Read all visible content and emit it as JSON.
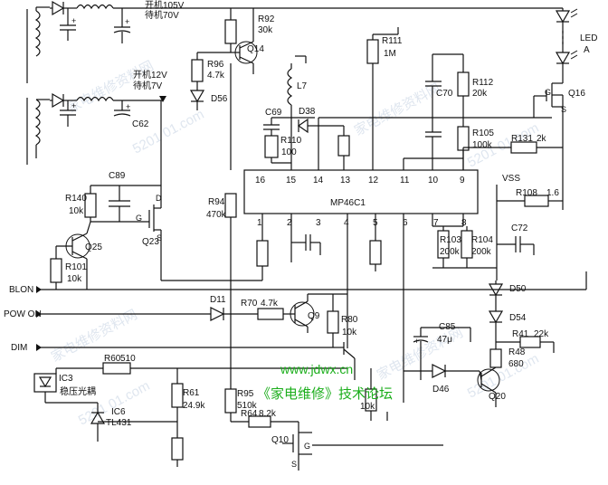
{
  "labels": {
    "supply_on_105": "开机105V",
    "supply_standby_70": "待机70V",
    "supply_on_12": "开机12V",
    "supply_standby_7": "待机7V",
    "r92": "R92",
    "r92_val": "30k",
    "q14": "Q14",
    "r96": "R96",
    "r96_val": "4.7k",
    "d56": "D56",
    "r111": "R111",
    "r111_val": "1M",
    "l7": "L7",
    "c69": "C69",
    "d38": "D38",
    "r110": "R110",
    "r110_val": "100",
    "c70": "C70",
    "r112": "R112",
    "r112_val": "20k",
    "led": "LED",
    "led_a": "A",
    "q16": "Q16",
    "q16_g": "G",
    "q16_s": "S",
    "r105": "R105",
    "r105_val": "100k",
    "r131": "R131",
    "r131_val": "2k",
    "vss": "VSS",
    "r108": "R108",
    "r108_val": "1.6",
    "c72": "C72",
    "c62": "C62",
    "c89": "C89",
    "r140": "R140",
    "r140_val": "10k",
    "q23": "Q23",
    "q23_d": "D",
    "q23_g": "G",
    "q23_s": "S",
    "q25": "Q25",
    "r101": "R101",
    "r101_val": "10k",
    "r94": "R94",
    "r94_val": "470k",
    "ic": "MP46C1",
    "pins_top": [
      "16",
      "15",
      "14",
      "13",
      "12",
      "11",
      "10",
      "9"
    ],
    "pins_bottom": [
      "1",
      "2",
      "3",
      "4",
      "5",
      "6",
      "7",
      "8"
    ],
    "r103": "R103",
    "r103_val": "200k",
    "r104": "R104",
    "r104_val": "200k",
    "d50": "D50",
    "d54": "D54",
    "blon": "BLON",
    "pow_on": "POW ON",
    "dim": "DIM",
    "d11": "D11",
    "r70": "R70",
    "r70_val": "4.7k",
    "q9": "Q9",
    "r80": "R80",
    "r80_val": "10k",
    "c85": "C85",
    "c85_val": "47μ",
    "r41": "R41",
    "r41_val": "22k",
    "r48": "R48",
    "r48_val": "680",
    "r60": "R60",
    "r60_val": "510",
    "ic3": "IC3",
    "ic3_name": "稳压光耦",
    "ic6": "IC6",
    "ic6_name": "TL431",
    "r61": "R61",
    "r61_val": "24.9k",
    "r95": "R95",
    "r95_val": "510k",
    "r64": "R64",
    "r64_val": "8.2k",
    "q10": "Q10",
    "q10_g": "G",
    "q10_s": "S",
    "d46": "D46",
    "q20": "Q20",
    "r_tenk": "10k",
    "site_url": "www.jdwx.cn",
    "site_forum": "《家电维修》技术论坛",
    "watermark_a": "家电维修资料网",
    "watermark_b": "5201 01.com"
  }
}
